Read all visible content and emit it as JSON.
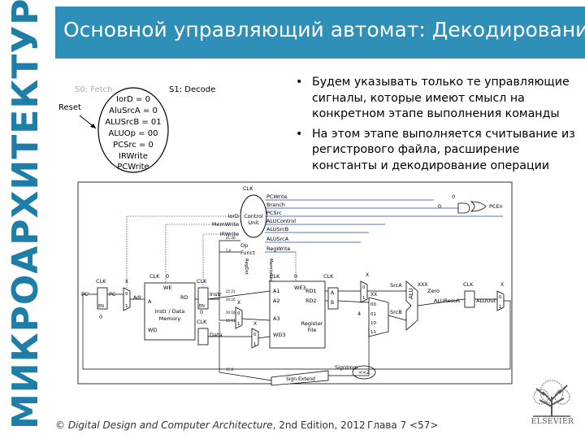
{
  "sidebar": {
    "title": "МИКРОАРХИТЕКТУРА"
  },
  "header": {
    "title": "Основной управляющий автомат: Декодирование"
  },
  "fsm": {
    "state0": "S0: Fetch",
    "state1": "S1: Decode",
    "reset": "Reset",
    "signals": [
      "IorD = 0",
      "AluSrcA = 0",
      "ALUSrcB = 01",
      "ALUOp = 00",
      "PCSrc = 0",
      "IRWrite",
      "PCWrite"
    ]
  },
  "bullets": [
    "Будем указывать только те управляющие сигналы, которые имеют смысл на конкретном этапе выполнения команды",
    "На этом этапе выполняется считывание из регистрового файла, расширение константы и декодирование операции"
  ],
  "datapath": {
    "clk": "CLK",
    "pc": "PC",
    "pc_prime": "PC'",
    "en": "EN",
    "adr": "Adr",
    "mem_title": "Instr / Data",
    "mem_sub": "Memory",
    "we": "WE",
    "rd": "RD",
    "a": "A",
    "wd": "WD",
    "instr": "Instr",
    "data": "Data",
    "control_title": "Control",
    "control_sub": "Unit",
    "op": "Op",
    "funct": "Funct",
    "iord": "IorD",
    "memwrite": "MemWrite",
    "irwrite": "IRWrite",
    "regdst": "RegDst",
    "memtoreg": "MemtoReg",
    "pcwrite": "PCWrite",
    "branch": "Branch",
    "pcsrc": "PCSrc",
    "alucontrol": "ALUControl",
    "alusrcb": "ALUSrcB",
    "alusrca": "ALUSrcA",
    "regwrite": "RegWrite",
    "pcen": "PCEn",
    "regfile_title": "Register",
    "regfile_sub": "File",
    "we3": "WE3",
    "a1": "A1",
    "a2": "A2",
    "a3": "A3",
    "wd3": "WD3",
    "rd1": "RD1",
    "rd2": "RD2",
    "reg_a": "A",
    "reg_b": "B",
    "srca": "SrcA",
    "srcb": "SrcB",
    "alu": "ALU",
    "zero": "Zero",
    "aluresult": "ALUResult",
    "aluout": "ALUOut",
    "signext": "Sign Extend",
    "signimm": "SignImm",
    "shift": "<<2",
    "const4": "4",
    "mux_in": [
      "00",
      "01",
      "10",
      "11"
    ],
    "zero_val": "0",
    "one_val": "1",
    "x_val": "X",
    "xx_val": "XX",
    "xxx_val": "XXX",
    "bus_labels": [
      "31:26",
      "5:0",
      "25:21",
      "20:16",
      "20:16",
      "15:11",
      "15:0"
    ]
  },
  "footer": {
    "prefix": "© ",
    "book": "Digital Design and Computer Architecture",
    "edition": ", 2nd Edition, 2012",
    "page": "Глава 7 <57>"
  },
  "logo": {
    "text": "ELSEVIER"
  }
}
